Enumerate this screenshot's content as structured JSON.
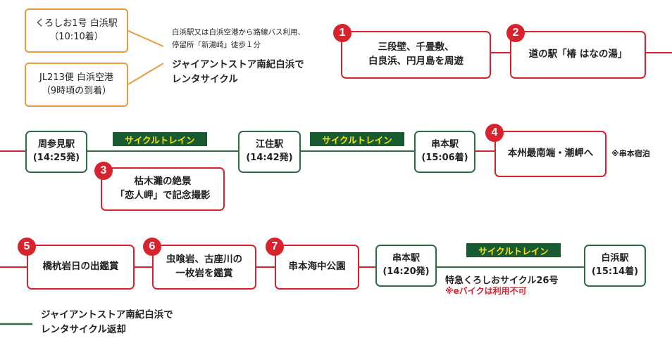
{
  "row1": {
    "origin1": {
      "line1": "くろしお1号 白浜駅",
      "line2": "（10:10着）"
    },
    "origin2": {
      "line1": "JL213便 白浜空港",
      "line2": "（9時頃の到着）"
    },
    "note_small_1": "白浜駅又は白浜空港から路線バス利用、",
    "note_small_2": "停留所「新湯崎」徒歩１分",
    "rental_1": "ジャイアントストア南紀白浜で",
    "rental_2": "レンタサイクル",
    "spot1": {
      "num": "1",
      "line1": "三段壁、千畳敷、",
      "line2": "白良浜、円月島を周遊"
    },
    "spot2": {
      "num": "2",
      "line1": "道の駅「椿 はなの湯」"
    }
  },
  "row2": {
    "station1": {
      "name": "周参見駅",
      "time": "(14:25発)"
    },
    "train_label_1": "サイクルトレイン",
    "station2": {
      "name": "江住駅",
      "time": "(14:42発)"
    },
    "train_label_2": "サイクルトレイン",
    "station3": {
      "name": "串本駅",
      "time": "(15:06着)"
    },
    "spot3": {
      "num": "3",
      "line1": "枯木灘の絶景",
      "line2": "「恋人岬」で記念撮影"
    },
    "spot4": {
      "num": "4",
      "line1": "本州最南端・潮岬へ"
    },
    "stay_note": "※串本宿泊"
  },
  "row3": {
    "spot5": {
      "num": "5",
      "line1": "橋杭岩日の出鑑賞"
    },
    "spot6": {
      "num": "6",
      "line1": "虫喰岩、古座川の",
      "line2": "一枚岩を鑑賞"
    },
    "spot7": {
      "num": "7",
      "line1": "串本海中公園"
    },
    "station1": {
      "name": "串本駅",
      "time": "(14:20発)"
    },
    "train_label": "サイクルトレイン",
    "train_name": "特急くろしおサイクル26号",
    "ebike_note": "※eバイクは利用不可",
    "station2": {
      "name": "白浜駅",
      "time": "(15:14着)"
    },
    "return_1": "ジャイアントストア南紀白浜で",
    "return_2": "レンタサイクル返却"
  },
  "colors": {
    "red": "#d8232e",
    "green": "#2f6b45",
    "orange": "#e89a3c",
    "train_bg": "#185a32",
    "train_text": "#ffe400"
  }
}
